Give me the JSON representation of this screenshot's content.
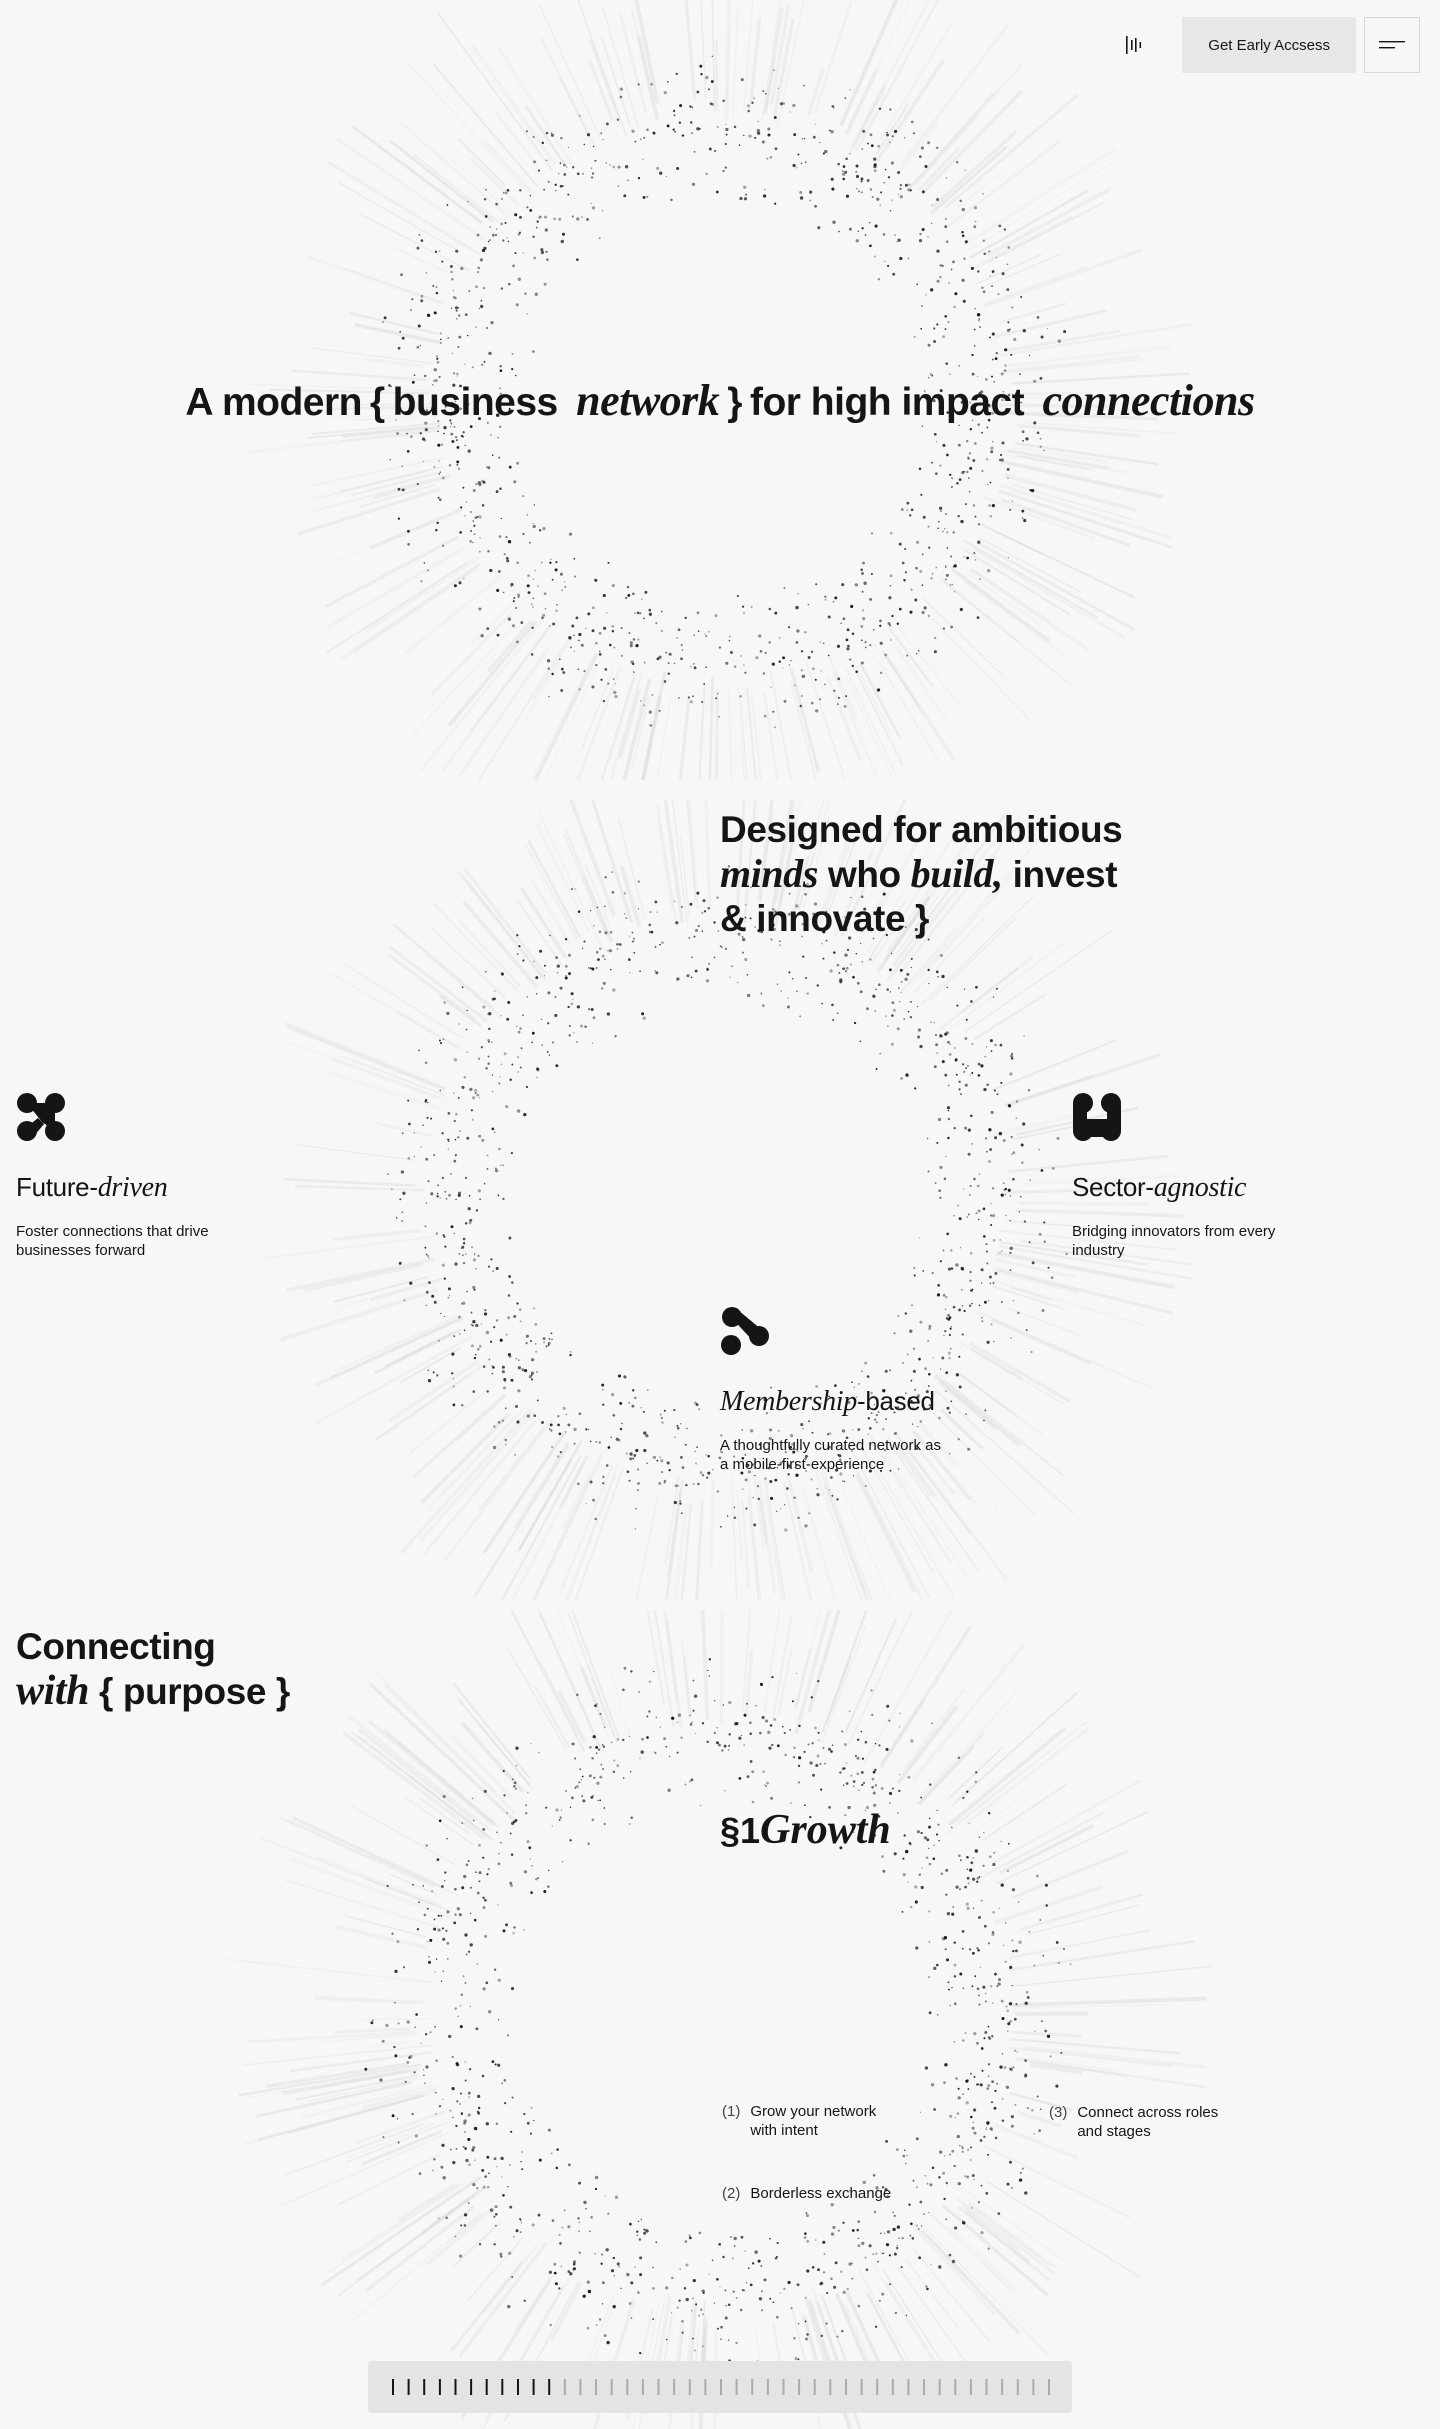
{
  "header": {
    "cta_label": "Get Early Accsess",
    "sound_icon": "sound-bars-icon",
    "menu_icon": "menu-lines-icon"
  },
  "hero": {
    "t1": "A modern",
    "t2": "{",
    "t3": "business",
    "t4": "network",
    "t5": "}",
    "t6": "for high impact",
    "t7": "connections"
  },
  "designed": {
    "line1": "Designed for ambitious",
    "line2_a": "minds",
    "line2_b": "who",
    "line2_c": "build,",
    "line2_d": "invest",
    "line3": "& innovate }"
  },
  "features": [
    {
      "title_a": "Future-",
      "title_b": "driven",
      "desc": "Foster connections that drive businesses forward",
      "icon": "future-driven-icon"
    },
    {
      "title_a": "Sector-",
      "title_b": "agnostic",
      "desc": "Bridging innovators from every industry",
      "icon": "sector-agnostic-icon"
    },
    {
      "title_a": "Membership",
      "title_b": "-based",
      "desc": "A thoughtfully curated network as a mobile-first-experience",
      "icon": "membership-icon"
    }
  ],
  "connecting": {
    "line1": "Connecting",
    "line2_a": "with",
    "line2_b": "{ purpose }"
  },
  "growth": {
    "prefix": "§1",
    "title": "Growth",
    "points": [
      {
        "num": "(1)",
        "text": "Grow your network with intent"
      },
      {
        "num": "(2)",
        "text": "Borderless exchange"
      },
      {
        "num": "(3)",
        "text": "Connect across roles and stages"
      }
    ]
  },
  "scrubber": {
    "total_ticks": 43,
    "active_ticks": 11
  },
  "colors": {
    "background": "#f6f8f6",
    "text": "#151515",
    "cta_bg": "#e6e8e6",
    "scrubber_bg": "#e3e5e3"
  }
}
